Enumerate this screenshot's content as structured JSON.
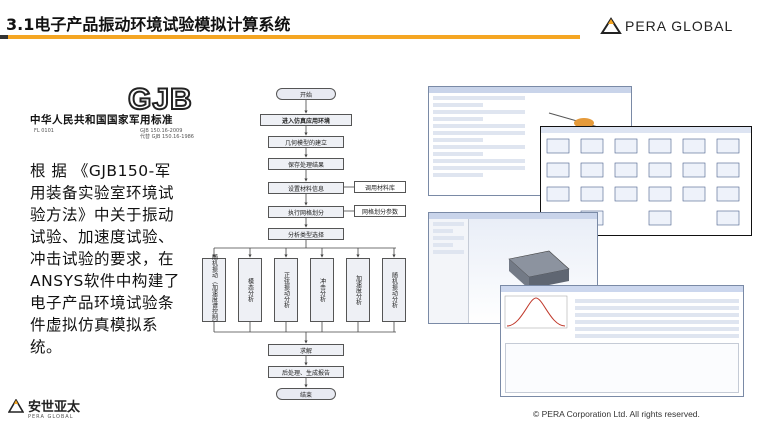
{
  "slide": {
    "title": "3.1电子产品振动环境试验模拟计算系统",
    "brand": "PERA GLOBAL",
    "copyright": "©  PERA Corporation Ltd. All rights reserved.",
    "footer_brand_cn": "安世亚太",
    "footer_brand_en": "PERA GLOBAL"
  },
  "standard_doc": {
    "logo": "GJB",
    "title": "中华人民共和国国家军用标准",
    "code_left": "FL 0101",
    "code_right": "GJB 150.16-2009",
    "code_right_sub": "代替 GJB 150.16-1986"
  },
  "body_text": "根 据 《GJB150-军用装备实验室环境试验方法》中关于振动试验、加速度试验、冲击试验的要求，在ANSYS软件中构建了电子产品环境试验条件虚拟仿真模拟系统。",
  "flowchart": {
    "start": "开始",
    "enter": "进入仿真应用环境",
    "geometry": "几何模型的建立",
    "assembly": "保存处理结果",
    "material": "设置材料信息",
    "material_lib": "调用材料库",
    "mesh": "执行网格划分",
    "mesh_settings": "网格划分参数",
    "analysis": "分析类型选择",
    "branches": [
      "随机振动（加速度谱控制）",
      "模态分析",
      "正弦振动分析",
      "冲击分析",
      "加速度分析",
      "随机振动分析"
    ],
    "solve": "求解",
    "post": "后处理、生成报告",
    "end": "结束"
  },
  "icons": {
    "brand_mark": "pera-triangle-icon",
    "footer_mark": "pera-footer-icon"
  },
  "colors": {
    "accent": "#f5a623",
    "dark": "#333333"
  }
}
